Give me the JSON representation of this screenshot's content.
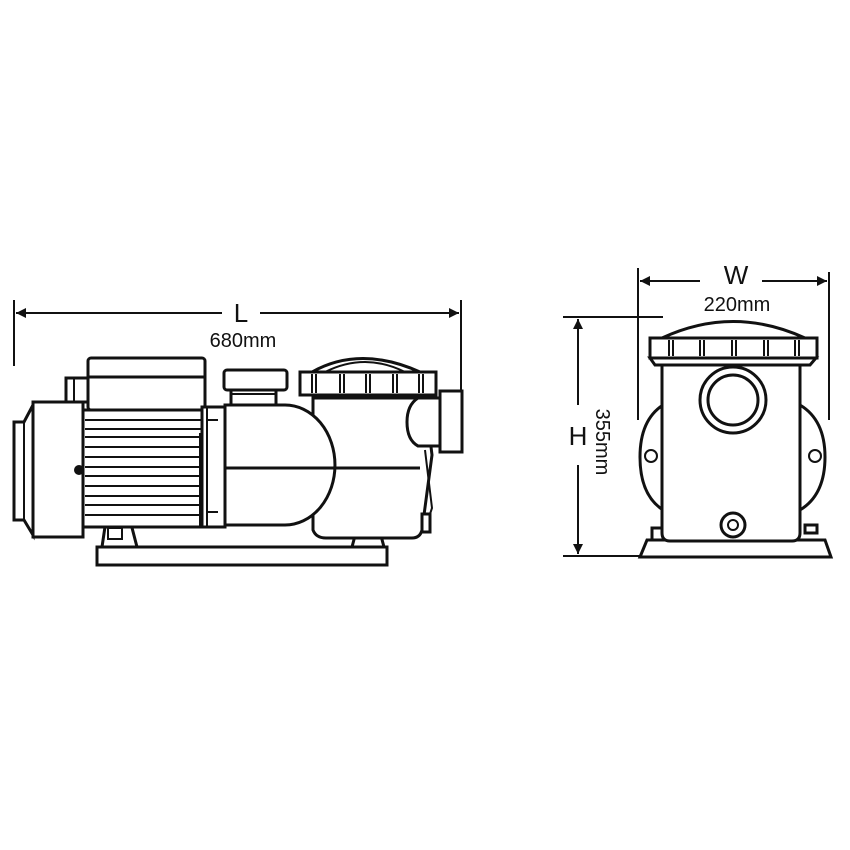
{
  "side_view": {
    "length_symbol": "L",
    "length_value": "680mm"
  },
  "front_view": {
    "width_symbol": "W",
    "width_value": "220mm",
    "height_symbol": "H",
    "height_value": "355mm"
  },
  "colors": {
    "line": "#111111",
    "background": "#ffffff"
  }
}
